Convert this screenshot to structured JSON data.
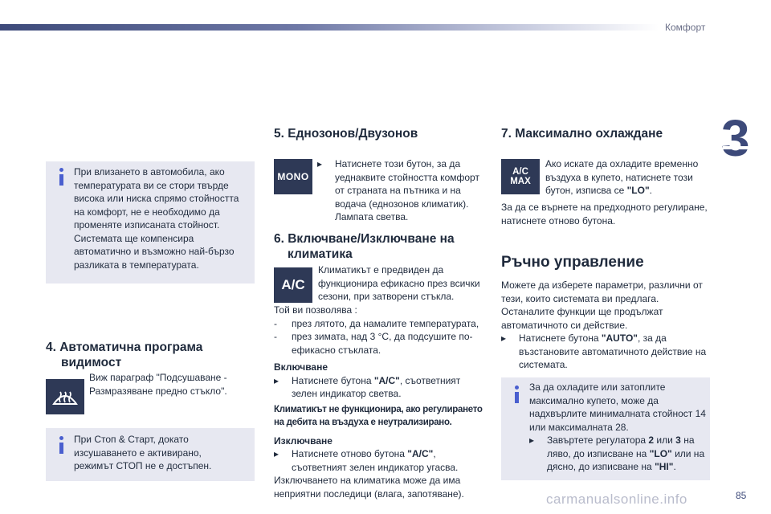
{
  "header": {
    "title": "Комфорт",
    "chapter": "3",
    "page_number": "85"
  },
  "watermark": "carmanualsonline.info",
  "left": {
    "info1": "При влизането в автомобила, ако температурата ви се стори твърде висока или ниска спрямо стойността на комфорт, не е необходимо да променяте изписаната стойност. Системата ще компенсира автоматично и възможно най-бързо разликата в температурата.",
    "section4_title_l1": "4. Автоматична програма",
    "section4_title_l2": "видимост",
    "section4_text": "Виж параграф \"Подсушаване - Размразяване предно стъкло\".",
    "info2": "При Стоп & Старт, докато изсушаването е активирано, режимът СТОП не е достъпен."
  },
  "middle": {
    "section5_title": "5. Еднозонов/Двузонов",
    "mono_label": "MONO",
    "section5_text": "Натиснете този бутон, за да уеднаквите стойността комфорт от страната на пътника и на водача (еднозонов климатик). Лампата светва.",
    "section6_title_l1": "6. Включване/Изключване на",
    "section6_title_l2": "климатика",
    "ac_label": "A/C",
    "section6_intro": "Климатикът е предвиден да функционира ефикасно през всички сезони, при затворени стъкла.",
    "allows": "Той ви позволява :",
    "allow1": "през лятото, да намалите температурата,",
    "allow2": "през зимата, над 3 °C, да подсушите по-ефикасно стъклата.",
    "on_title": "Включване",
    "on_pre": "Натиснете бутона ",
    "on_btn": "\"A/C\"",
    "on_post": ", съответният зелен индикатор светва.",
    "warn": "Климатикът не функционира, ако регулирането на дебита на въздуха е неутрализирано.",
    "off_title": "Изключване",
    "off_pre": "Натиснете отново бутона ",
    "off_btn": "\"A/C\"",
    "off_post": ", съответният зелен индикатор угасва.",
    "off_note": "Изключването на климатика може да има неприятни последици (влага, запотяване)."
  },
  "right": {
    "section7_title": "7. Максимално охлаждане",
    "acmax_l1": "A/C",
    "acmax_l2": "MAX",
    "section7_pre": "Ако искате да охладите временно въздуха в купето, натиснете този бутон, изписва се ",
    "section7_lo": "\"LO\"",
    "section7_post": ".",
    "section7_back": "За да се върнете на предходното регулиране, натиснете отново бутона.",
    "manual_title": "Ръчно управление",
    "manual_text": "Можете да изберете параметри, различни от тези, които системата ви предлага. Останалите функции ще продължат автоматичното си действие.",
    "manual_pre": "Натиснете бутона ",
    "manual_auto": "\"AUTO\"",
    "manual_post": ", за да възстановите автоматичното действие на системата.",
    "info3": "За да охладите или затоплите максимално купето, може да надхвърлите минималната стойност 14 или максималната 28.",
    "info3_a": "Завъртете регулатора ",
    "info3_2": "2",
    "info3_or": " или ",
    "info3_3": "3",
    "info3_b": " на ляво, до изписване на ",
    "info3_lo": "\"LO\"",
    "info3_c": " или на дясно, до изписване на ",
    "info3_hi": "\"HI\"",
    "info3_d": "."
  },
  "colors": {
    "accent": "#3d4a7a",
    "box_bg": "#e7e8f1",
    "info_icon": "#4a5fcf",
    "tile": "#2e3956"
  },
  "icons": {
    "info": "info-icon",
    "defrost": "windshield-defrost-icon",
    "bullet": "arrow-bullet-icon"
  }
}
